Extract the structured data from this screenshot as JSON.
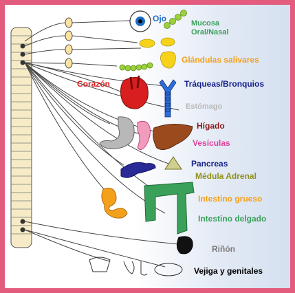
{
  "labels": {
    "ojo": "Ojo",
    "mucosa": "Mucosa",
    "oral_nasal": "Oral/Nasal",
    "glandulas": "Glándulas salivares",
    "corazon": "Corazón",
    "traqueas": "Tráqueas/Bronquios",
    "estomago": "Estómago",
    "higado": "Hígado",
    "vesiculas": "Vesículas",
    "pancreas": "Pancreas",
    "medula": "Médula Adrenal",
    "intestino_grueso": "Intestino grueso",
    "intestino_delgado": "Intestino delgado",
    "rinon": "Riñón",
    "vejiga": "Vejiga y genitales"
  },
  "colors": {
    "frame": "#e35c7e",
    "ojo": "#1b6cc4",
    "mucosa": "#3aa05a",
    "glandulas": "#f3a01b",
    "corazon": "#d81e1e",
    "traqueas": "#151f8a",
    "estomago": "#b8b8b8",
    "higado": "#8b1a1a",
    "vesiculas": "#e0409a",
    "pancreas": "#151f8a",
    "medula": "#8f8f1a",
    "intestino_grueso": "#f3a01b",
    "intestino_delgado": "#3aa05a",
    "rinon": "#7a7a7a",
    "vejiga": "#000000"
  }
}
